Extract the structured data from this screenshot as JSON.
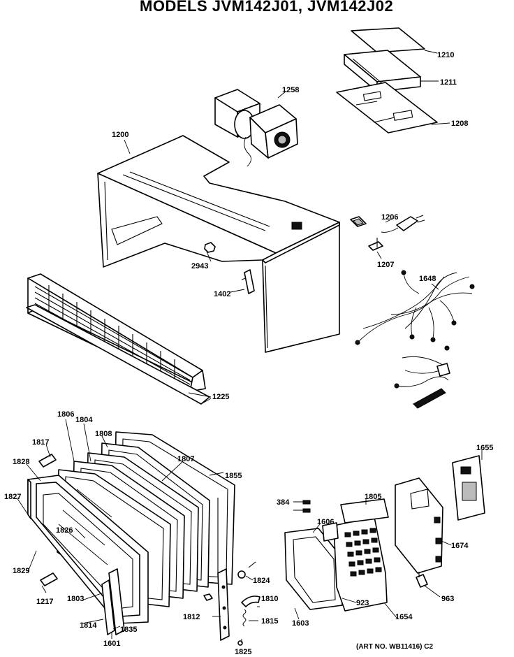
{
  "title": "MODELS JVM142J01, JVM142J02",
  "art_number": "(ART NO. WB11416) C2",
  "parts": [
    {
      "id": "1210"
    },
    {
      "id": "1211"
    },
    {
      "id": "1208"
    },
    {
      "id": "1258"
    },
    {
      "id": "1200"
    },
    {
      "id": "1206"
    },
    {
      "id": "1207"
    },
    {
      "id": "2943"
    },
    {
      "id": "1402"
    },
    {
      "id": "1648"
    },
    {
      "id": "1225"
    },
    {
      "id": "1804"
    },
    {
      "id": "1806"
    },
    {
      "id": "1808"
    },
    {
      "id": "1817"
    },
    {
      "id": "1807"
    },
    {
      "id": "1828"
    },
    {
      "id": "1855"
    },
    {
      "id": "1655"
    },
    {
      "id": "1827"
    },
    {
      "id": "384"
    },
    {
      "id": "1805"
    },
    {
      "id": "1606"
    },
    {
      "id": "1826"
    },
    {
      "id": "1674"
    },
    {
      "id": "1829"
    },
    {
      "id": "1824"
    },
    {
      "id": "1217"
    },
    {
      "id": "1803"
    },
    {
      "id": "1810"
    },
    {
      "id": "963"
    },
    {
      "id": "923"
    },
    {
      "id": "1812"
    },
    {
      "id": "1815"
    },
    {
      "id": "1654"
    },
    {
      "id": "1814"
    },
    {
      "id": "1835"
    },
    {
      "id": "1603"
    },
    {
      "id": "1601"
    },
    {
      "id": "1825"
    }
  ]
}
